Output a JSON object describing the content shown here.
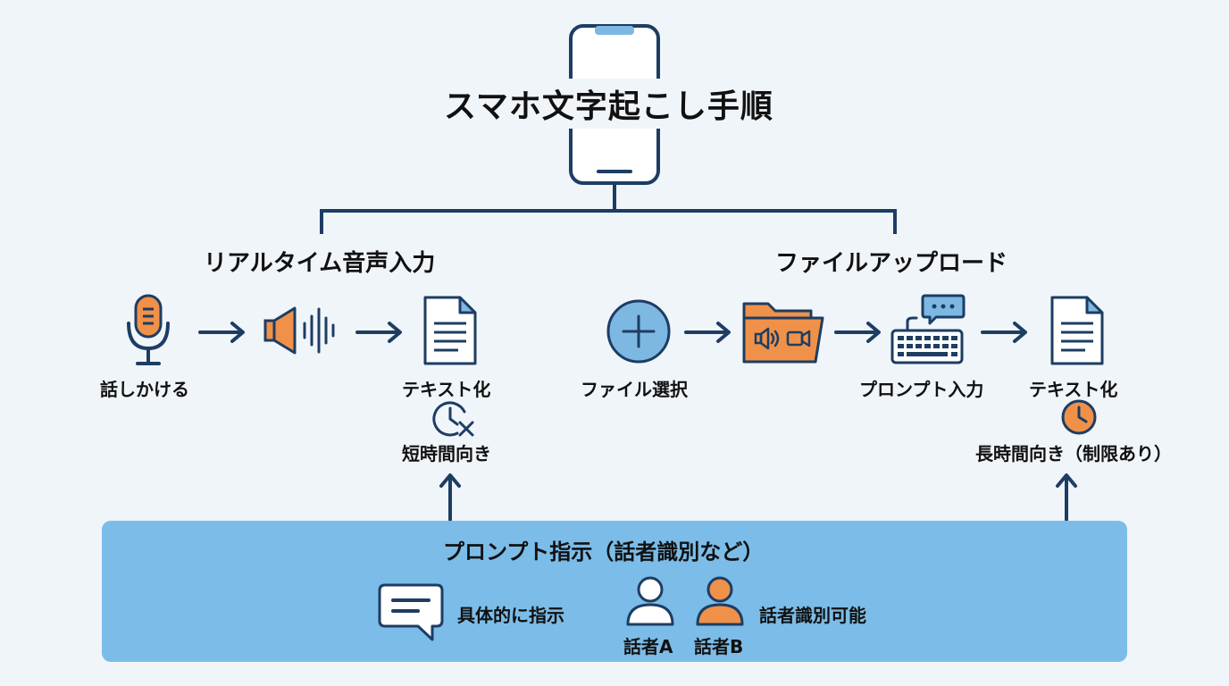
{
  "title": "スマホ文字起こし手順",
  "left_section": {
    "heading": "リアルタイム音声入力",
    "steps": {
      "speak": "話しかける",
      "text": "テキスト化",
      "note": "短時間向き"
    }
  },
  "right_section": {
    "heading": "ファイルアップロード",
    "steps": {
      "select": "ファイル選択",
      "prompt": "プロンプト入力",
      "text": "テキスト化",
      "note": "長時間向き（制限あり）"
    }
  },
  "prompt_panel": {
    "heading": "プロンプト指示（話者識別など）",
    "specific": "具体的に指示",
    "speaker_a": "話者A",
    "speaker_b": "話者B",
    "speaker_id": "話者識別可能"
  },
  "colors": {
    "navy": "#1d3d63",
    "orange": "#f0914a",
    "blue": "#7bbde8",
    "light_blue": "#7db8e3",
    "background": "#f0f5fa"
  }
}
